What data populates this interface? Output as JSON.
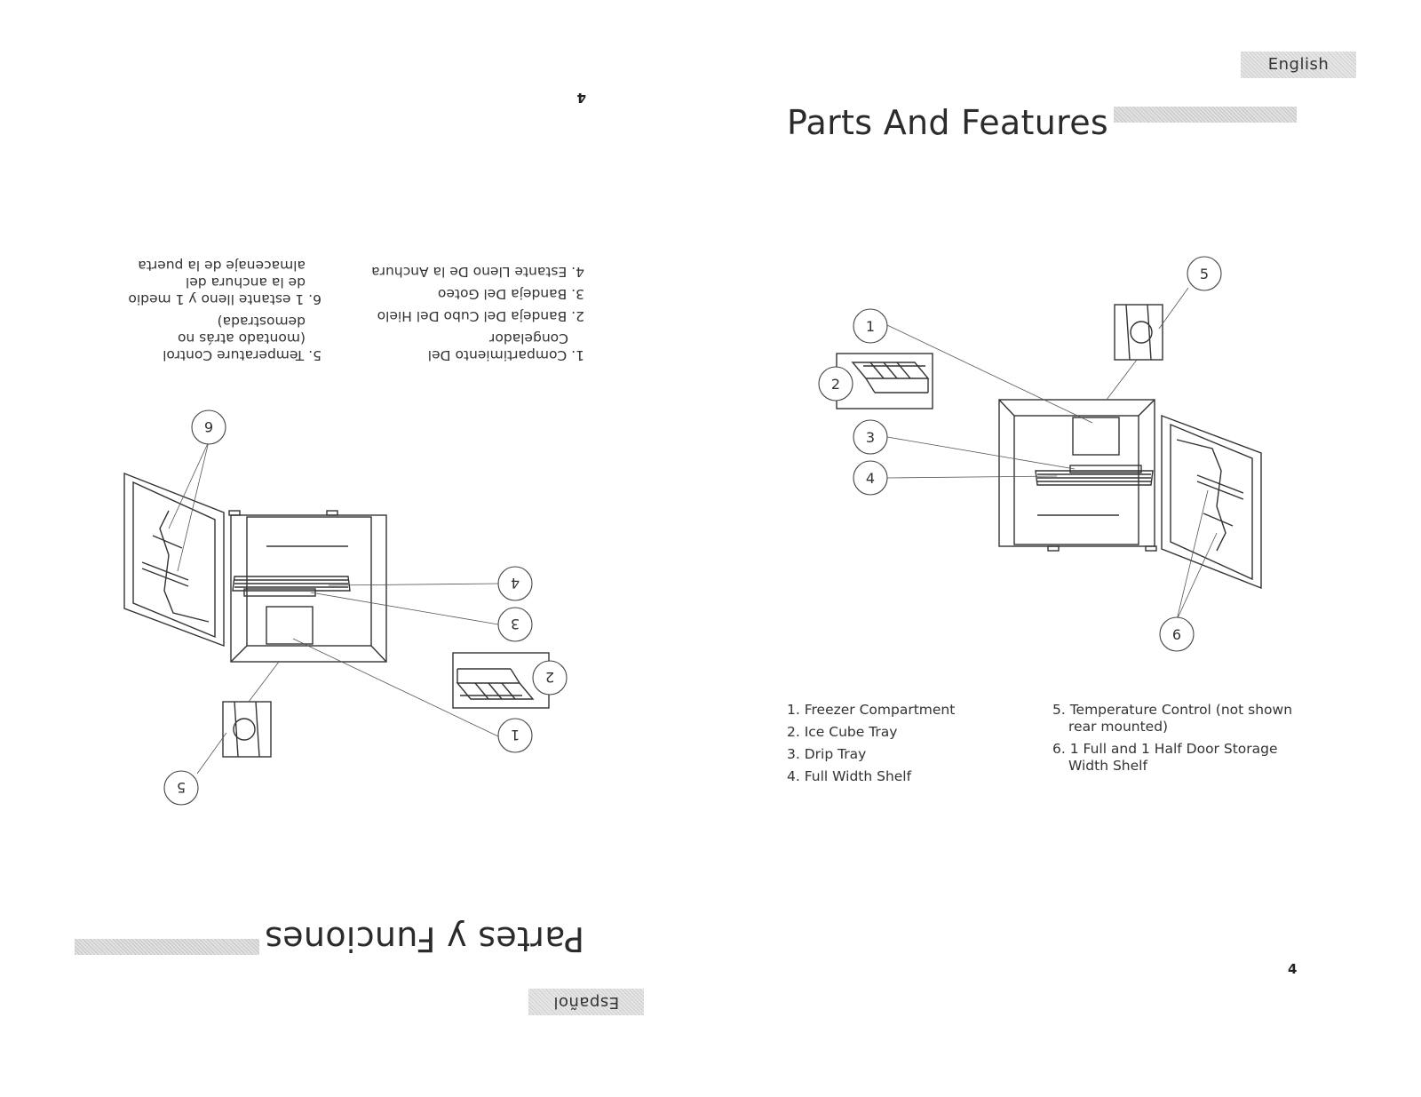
{
  "english": {
    "tab": "English",
    "title": "Parts And Features",
    "page_number": "4",
    "callouts": [
      "1",
      "2",
      "3",
      "4",
      "5",
      "6"
    ],
    "parts_left": [
      "1. Freezer Compartment",
      "2. Ice Cube Tray",
      "3. Drip Tray",
      "4. Full Width Shelf"
    ],
    "parts_right": [
      "5. Temperature Control (not shown rear mounted)",
      "6. 1 Full and 1 Half Door Storage Width Shelf"
    ]
  },
  "espanol": {
    "tab": "Español",
    "title": "Partes y Funciones",
    "page_number": "4",
    "callouts": [
      "1",
      "2",
      "3",
      "4",
      "5",
      "6"
    ],
    "parts_left": [
      "1. Compartimiento Del Congelador",
      "2. Bandeja Del Cubo Del Hielo",
      "3. Bandeja Del Goteo",
      "4. Estante Lleno De la Anchura"
    ],
    "parts_right": [
      "5. Temperature Control (montado atrás no demostrada)",
      "6. 1 estante lleno y 1 medio de la anchura del almacenaje de la puerta"
    ]
  }
}
